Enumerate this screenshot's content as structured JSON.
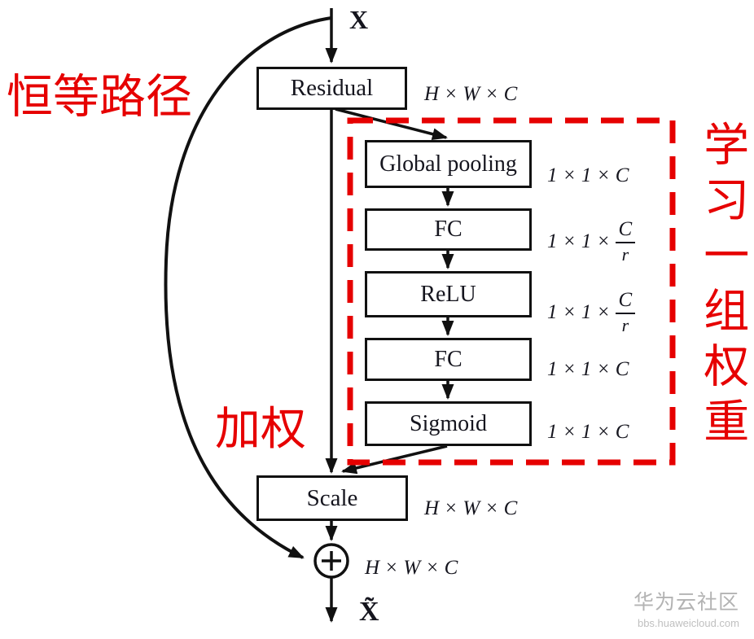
{
  "colors": {
    "annotation_red": "#e60000",
    "line_black": "#111111",
    "watermark_gray": "#b3b3b3"
  },
  "io": {
    "input_label": "X",
    "output_label": "X̃"
  },
  "blocks": {
    "residual": {
      "label": "Residual",
      "dim": "H × W × C"
    },
    "global_pooling": {
      "label": "Global pooling",
      "dim": "1 × 1 × C"
    },
    "fc1": {
      "label": "FC",
      "dim_prefix": "1 × 1 ×",
      "dim_num": "C",
      "dim_den": "r"
    },
    "relu": {
      "label": "ReLU",
      "dim_prefix": "1 × 1 ×",
      "dim_num": "C",
      "dim_den": "r"
    },
    "fc2": {
      "label": "FC",
      "dim": "1 × 1 × C"
    },
    "sigmoid": {
      "label": "Sigmoid",
      "dim": "1 × 1 × C"
    },
    "scale": {
      "label": "Scale",
      "dim": "H × W × C"
    },
    "add": {
      "symbol": "+",
      "dim": "H × W × C"
    }
  },
  "annotations": {
    "identity_path": "恒等路径",
    "weighting": "加权",
    "learn_weights": "学习一组权重"
  },
  "watermark": {
    "title": "华为云社区",
    "url": "bbs.huaweicloud.com"
  }
}
